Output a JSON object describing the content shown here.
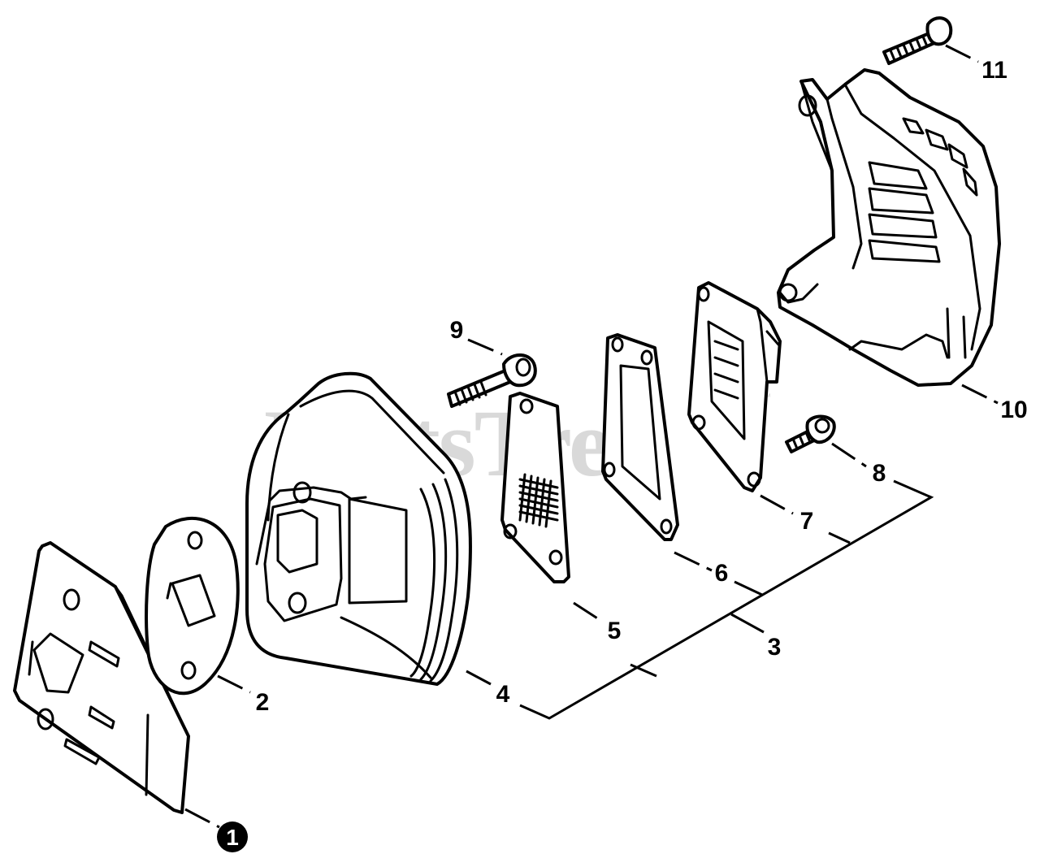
{
  "watermark": {
    "text": "PartsTree",
    "trademark": "™"
  },
  "callouts": {
    "c1": "1",
    "c2": "2",
    "c3": "3",
    "c4": "4",
    "c5": "5",
    "c6": "6",
    "c7": "7",
    "c8": "8",
    "c9": "9",
    "c10": "10",
    "c11": "11"
  },
  "colors": {
    "ink": "#000000",
    "paper": "#ffffff",
    "watermark": "#d9d9d9"
  }
}
